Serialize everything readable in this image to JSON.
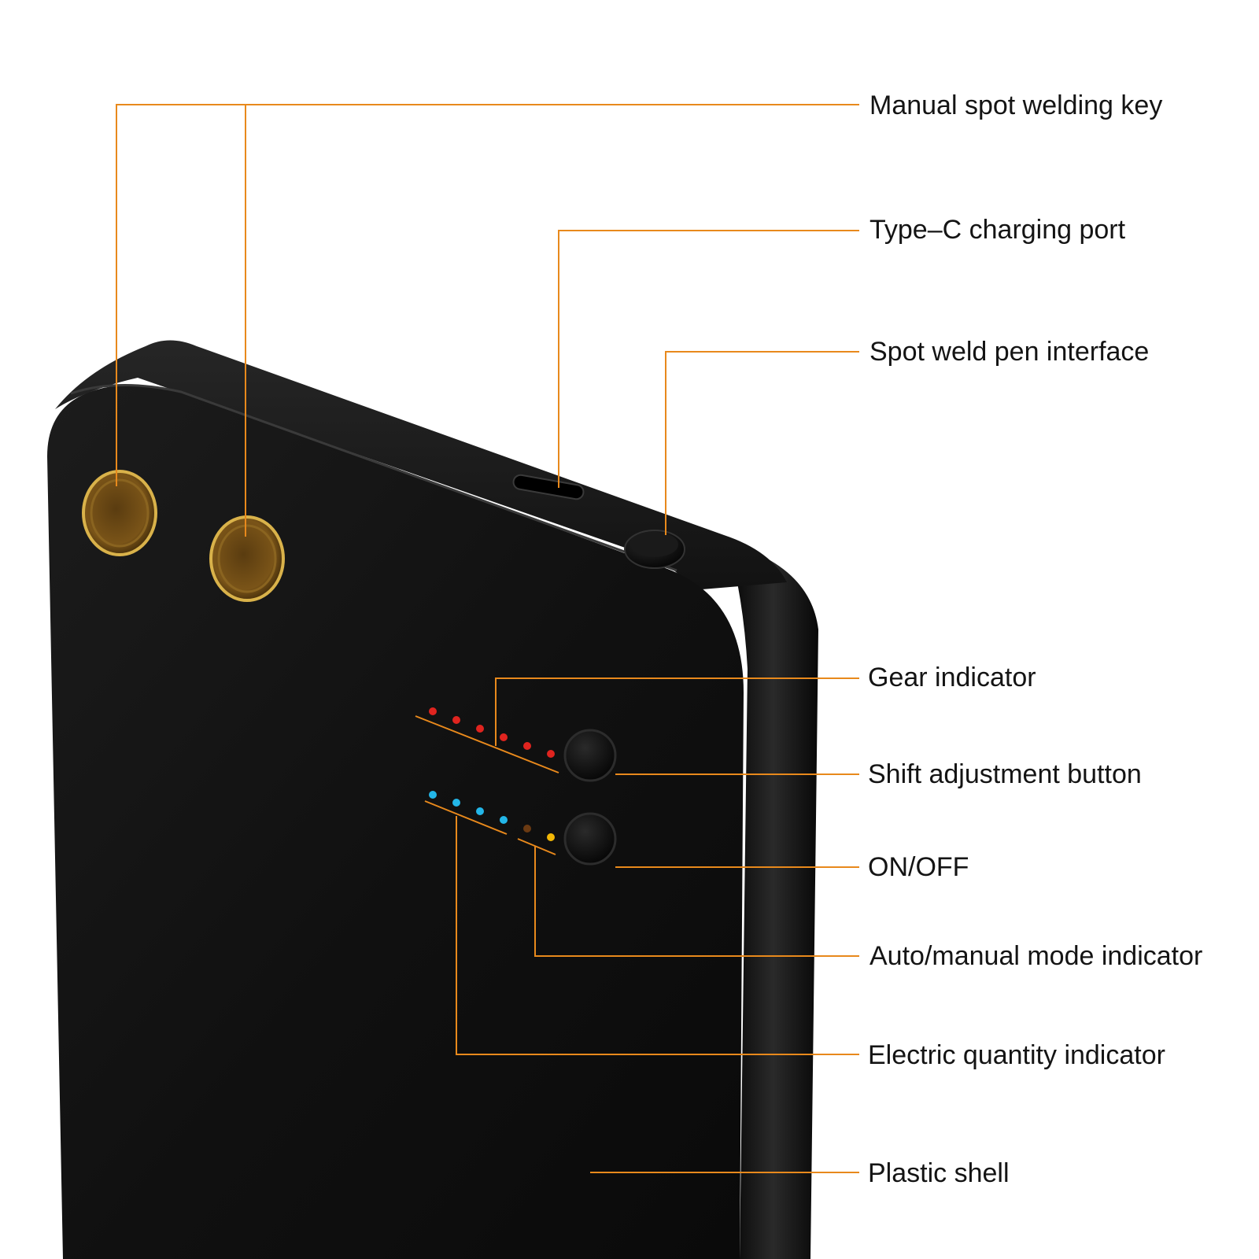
{
  "diagram": {
    "subject": "portable spot welder",
    "accent_color": "#E8891C",
    "body_color": "#111111",
    "terminal_color": "#B8862A",
    "gear_led_color": "#E0241F",
    "power_led_color": "#23B6E8",
    "mode_led_colors": [
      "#6B3A12",
      "#F2B705"
    ]
  },
  "callouts": [
    {
      "id": "manual-spot-welding-key",
      "label": "Manual spot welding key"
    },
    {
      "id": "type-c-charging-port",
      "label": "Type–C charging port"
    },
    {
      "id": "spot-weld-pen-interface",
      "label": "Spot weld pen interface"
    },
    {
      "id": "gear-indicator",
      "label": "Gear indicator"
    },
    {
      "id": "shift-adjustment-button",
      "label": "Shift adjustment button"
    },
    {
      "id": "on-off",
      "label": "ON/OFF"
    },
    {
      "id": "auto-manual-mode-indicator",
      "label": "Auto/manual mode indicator"
    },
    {
      "id": "electric-quantity-indicator",
      "label": "Electric quantity indicator"
    },
    {
      "id": "plastic-shell",
      "label": "Plastic shell"
    }
  ]
}
